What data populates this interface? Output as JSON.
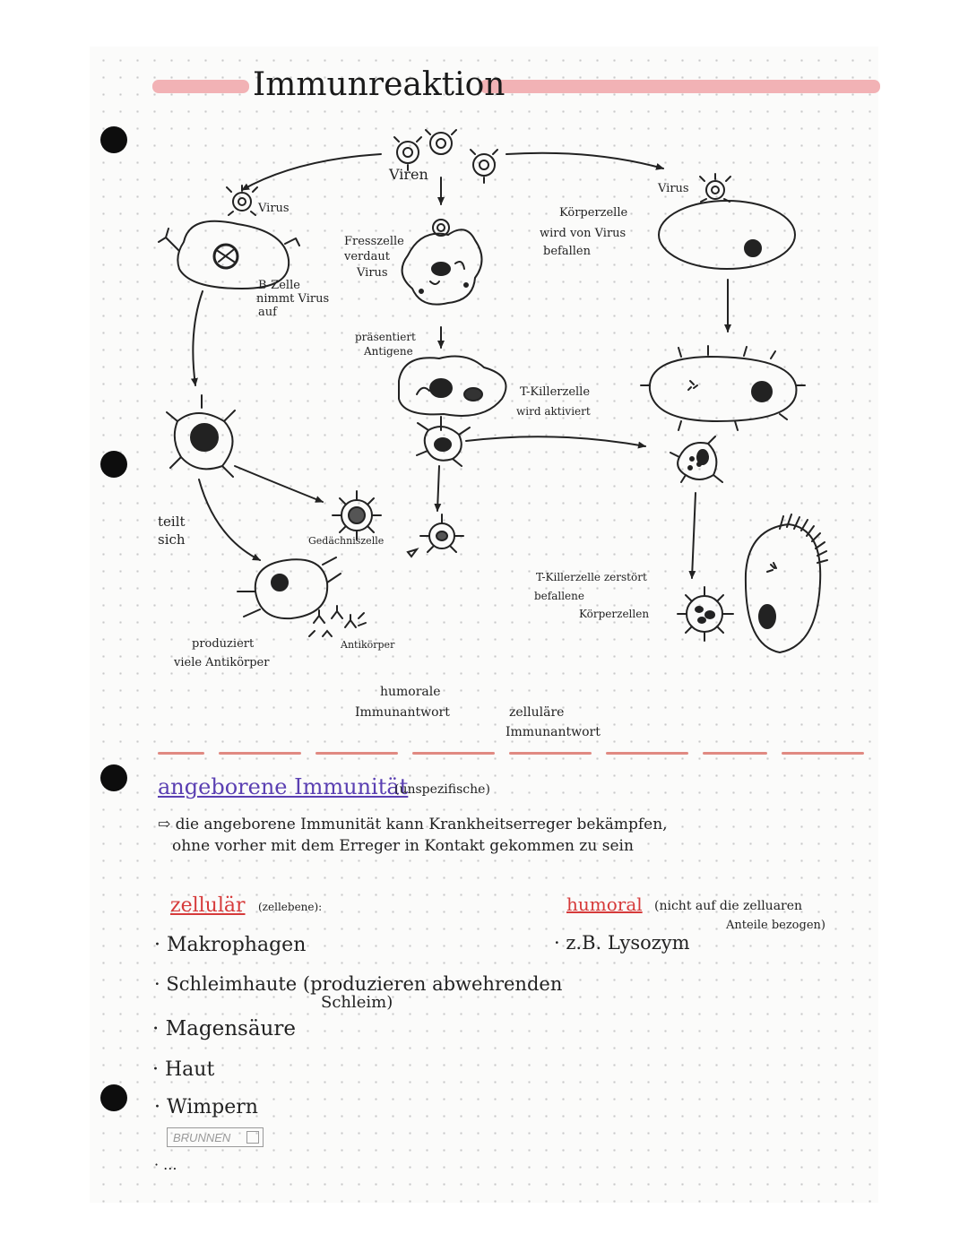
{
  "colors": {
    "highlight": "#f0a5a8",
    "ink": "#222222",
    "purple": "#5a3fb2",
    "red": "#d63a3a",
    "hole": "#0d0d0d"
  },
  "title": "Immunreaktion",
  "diagram": {
    "viren": "Viren",
    "virus_left": "Virus",
    "virus_right": "Virus",
    "b_zelle": "B-Zelle",
    "b_zelle_2": "nimmt Virus",
    "b_zelle_3": "auf",
    "fresszelle_1": "Fresszelle",
    "fresszelle_2": "verdaut",
    "fresszelle_3": "Virus",
    "koerperzelle_1": "Körperzelle",
    "koerperzelle_2": "wird von Virus",
    "koerperzelle_3": "befallen",
    "praesentiert_1": "präsentiert",
    "praesentiert_2": "Antigene",
    "tkiller_1": "T-Killerzelle",
    "tkiller_2": "wird aktiviert",
    "teilt_1": "teilt",
    "teilt_2": "sich",
    "gedaechtniszelle": "Gedächniszelle",
    "tkiller_zerstoert_1": "T-Killerzelle zerstört",
    "tkiller_zerstoert_2": "befallene",
    "tkiller_zerstoert_3": "Körperzellen",
    "produziert_1": "produziert",
    "produziert_2": "viele Antikörper",
    "antikoerper": "Antikörper",
    "humorale_1": "humorale",
    "humorale_2": "Immunantwort",
    "zellulaere_1": "zelluläre",
    "zellulaere_2": "Immunantwort"
  },
  "notes": {
    "heading": "angeborene Immunität",
    "heading_sub": "(unspezifische)",
    "line1": "⇨ die angeborene Immunität kann Krankheitserreger bekämpfen,",
    "line2": "ohne vorher mit dem Erreger in Kontakt gekommen zu sein",
    "zellular": "zellulär",
    "zellular_sub": "(zellebene):",
    "humoral": "humoral",
    "humoral_sub1": "(nicht auf die zelluaren",
    "humoral_sub2": "Anteile bezogen)",
    "humoral_example": "· z.B. Lysozym",
    "items": [
      "· Makrophagen",
      "· Schleimhaute (produzieren abwehrenden",
      "Schleim)",
      "· Magensäure",
      "· Haut",
      "· Wimpern",
      "· ..."
    ],
    "brand": "BRUNNEN"
  }
}
